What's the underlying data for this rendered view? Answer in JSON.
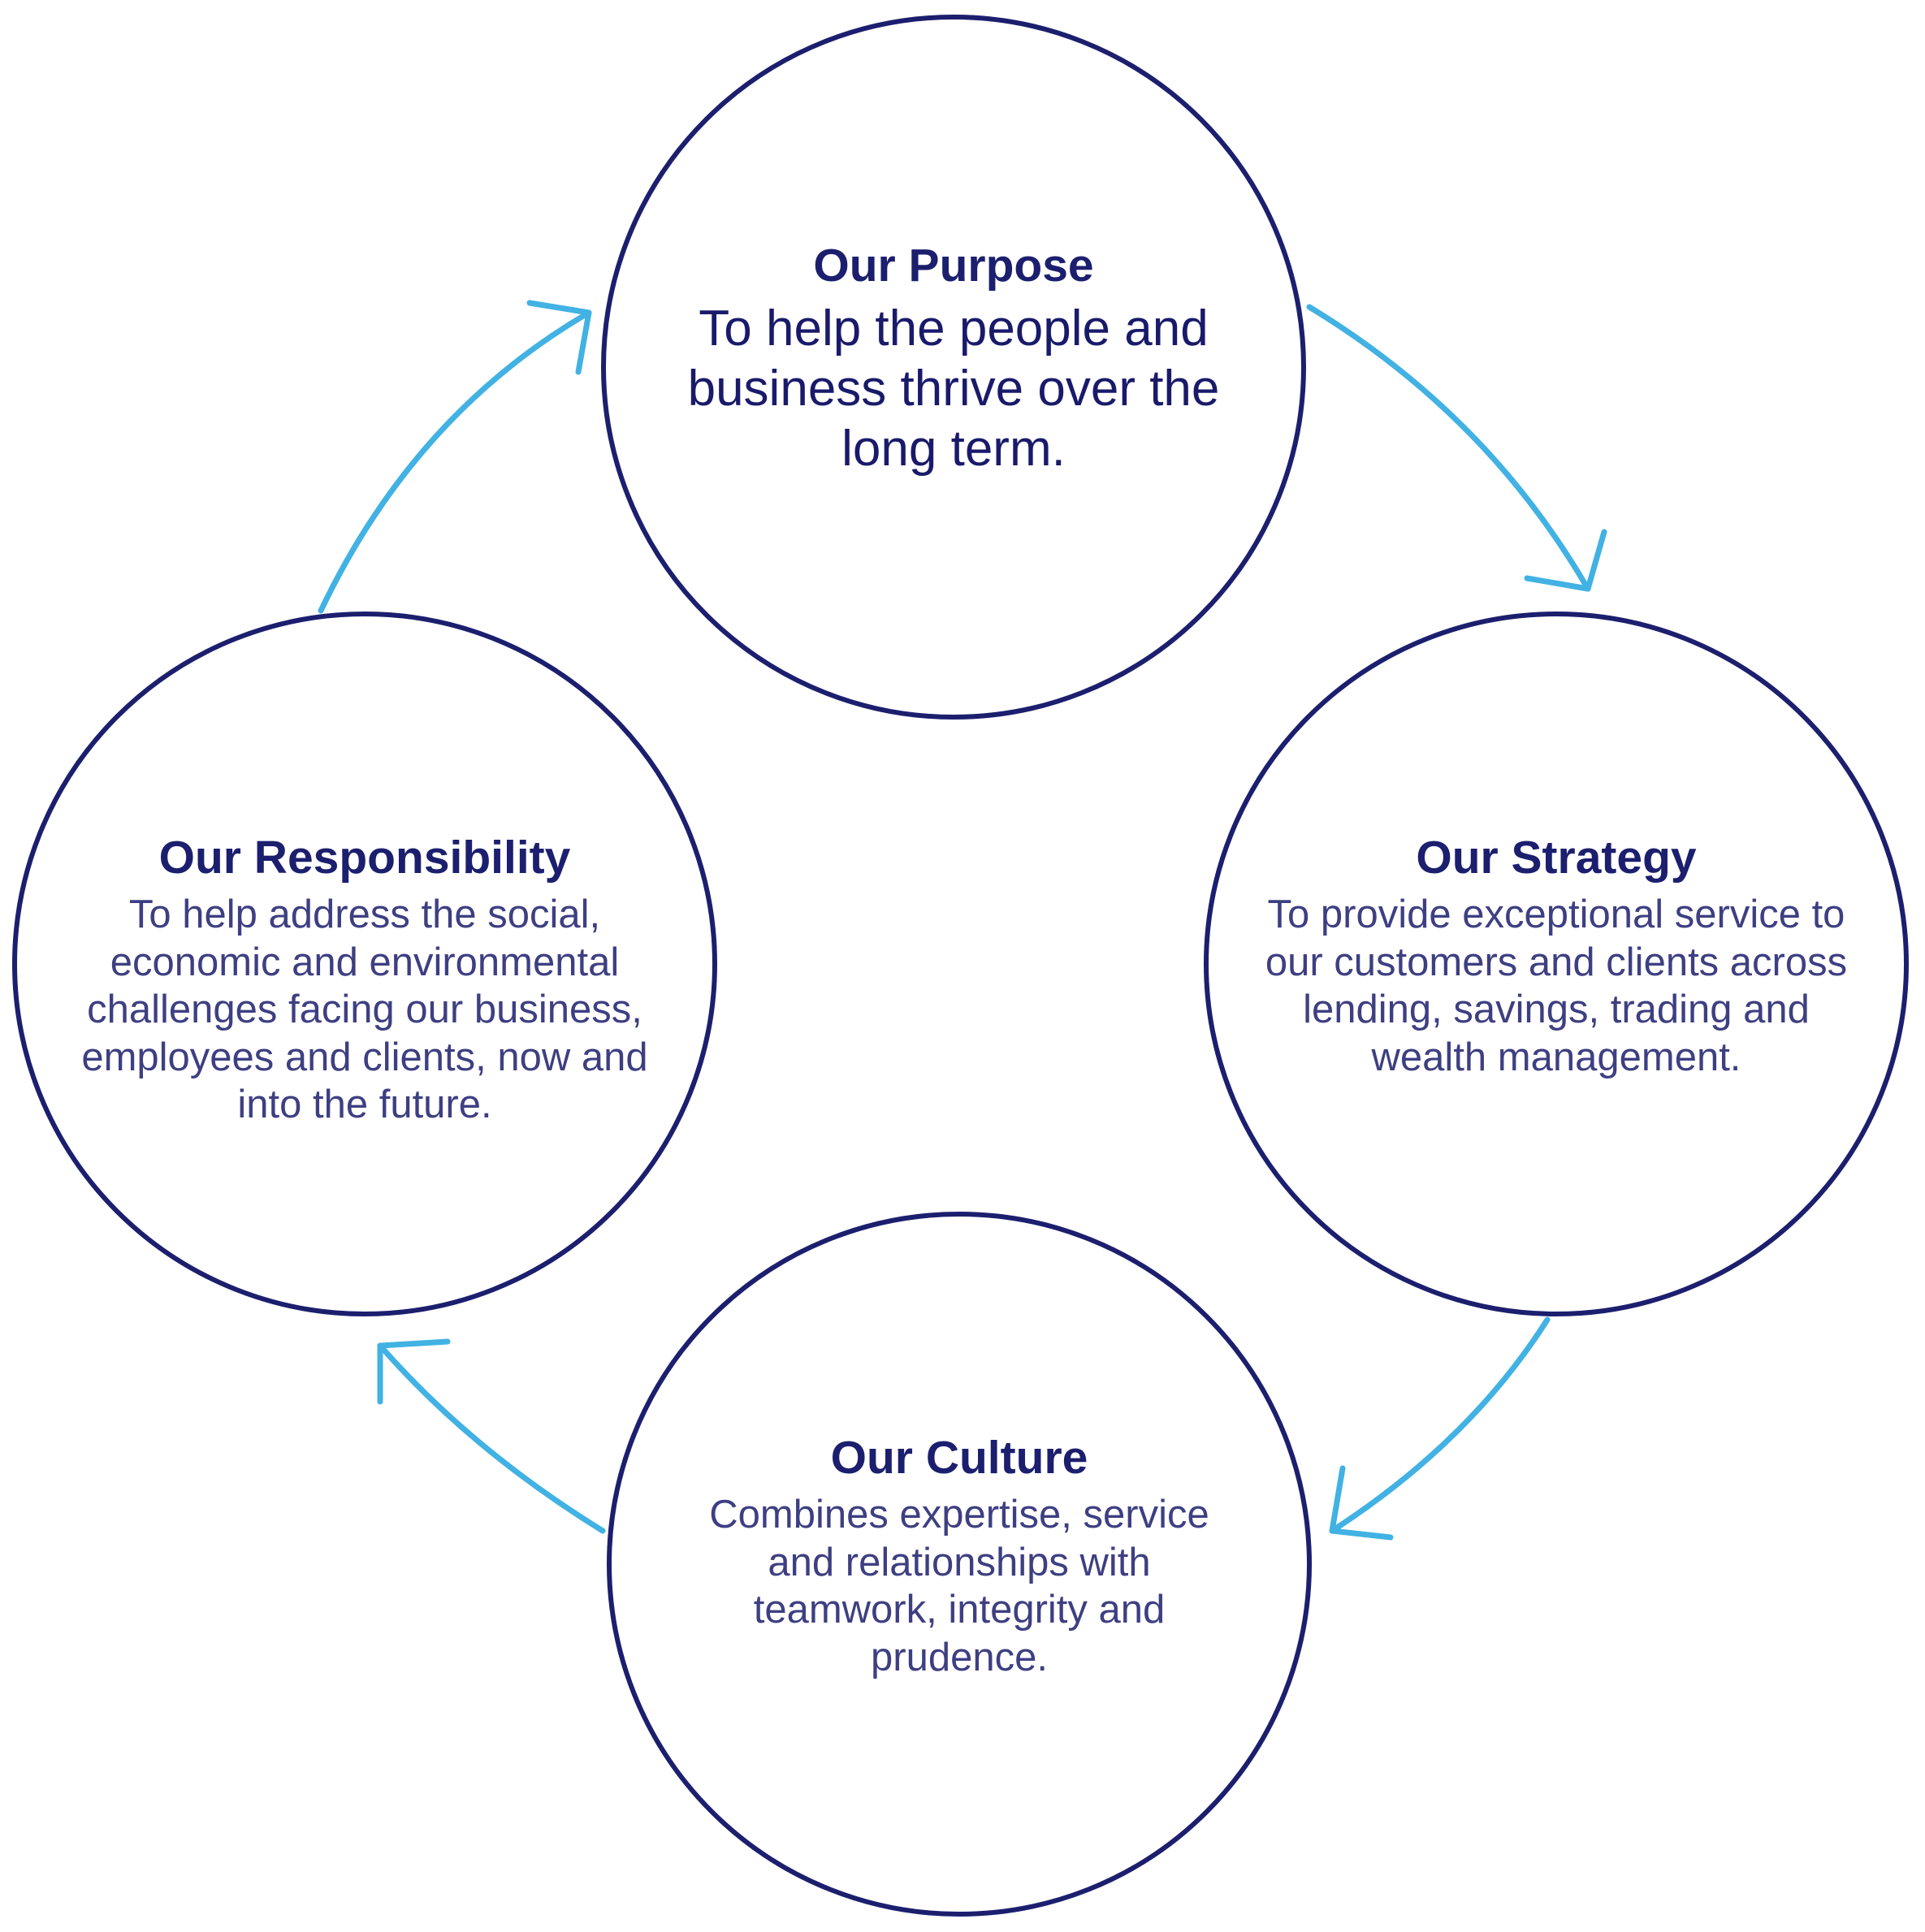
{
  "colors": {
    "circle_border": "#1c1f6e",
    "arrow": "#41b2e3",
    "title": "#1c1f6e",
    "body_text": "#3e3f82"
  },
  "nodes": {
    "purpose": {
      "title": "Our Purpose",
      "text": "To help the people and business thrive over the long term."
    },
    "strategy": {
      "title": "Our Strategy",
      "text": "To provide exceptional service to our customers and clients across lending, savings, trading and wealth management."
    },
    "culture": {
      "title": "Our Culture",
      "text": "Combines expertise, service and relationships with teamwork, integrity and prudence."
    },
    "responsibility": {
      "title": "Our Responsibility",
      "text": "To help address the social, economic and environmental challenges facing our business, employees and clients, now and into the future."
    }
  },
  "cycle_order": [
    "purpose",
    "strategy",
    "culture",
    "responsibility"
  ]
}
